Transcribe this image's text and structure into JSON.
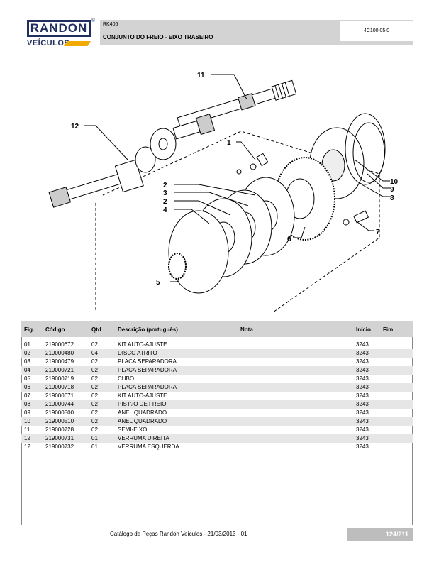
{
  "header": {
    "brand": "RANDON",
    "brand_reg": "®",
    "brand_sub": "VEÍCULOS",
    "doc_code": "RK406",
    "title": "CONJUNTO DO FREIO - EIXO TRASEIRO",
    "ref_code": "4C100 05.0"
  },
  "callouts": [
    "11",
    "12",
    "1",
    "10",
    "9",
    "8",
    "2",
    "3",
    "2",
    "4",
    "6",
    "7",
    "5"
  ],
  "table": {
    "headers": {
      "fig": "Fig.",
      "codigo": "Código",
      "qtd": "Qtd",
      "descricao": "Descrição (português)",
      "nota": "Nota",
      "inicio": "Início",
      "fim": "Fim"
    },
    "rows": [
      {
        "fig": "01",
        "codigo": "219000672",
        "qtd": "02",
        "descricao": "KIT AUTO-AJUSTE",
        "inicio": "3243"
      },
      {
        "fig": "02",
        "codigo": "219000480",
        "qtd": "04",
        "descricao": "DISCO ATRITO",
        "inicio": "3243"
      },
      {
        "fig": "03",
        "codigo": "219000479",
        "qtd": "02",
        "descricao": "PLACA SEPARADORA",
        "inicio": "3243"
      },
      {
        "fig": "04",
        "codigo": "219000721",
        "qtd": "02",
        "descricao": "PLACA SEPARADORA",
        "inicio": "3243"
      },
      {
        "fig": "05",
        "codigo": "219000719",
        "qtd": "02",
        "descricao": "CUBO",
        "inicio": "3243"
      },
      {
        "fig": "06",
        "codigo": "219000718",
        "qtd": "02",
        "descricao": "PLACA SEPARADORA",
        "inicio": "3243"
      },
      {
        "fig": "07",
        "codigo": "219000671",
        "qtd": "02",
        "descricao": "KIT AUTO-AJUSTE",
        "inicio": "3243"
      },
      {
        "fig": "08",
        "codigo": "219000744",
        "qtd": "02",
        "descricao": "PIST?O DE FREIO",
        "inicio": "3243"
      },
      {
        "fig": "09",
        "codigo": "219000500",
        "qtd": "02",
        "descricao": "ANEL QUADRADO",
        "inicio": "3243"
      },
      {
        "fig": "10",
        "codigo": "219000510",
        "qtd": "02",
        "descricao": "ANEL QUADRADO",
        "inicio": "3243"
      },
      {
        "fig": "11",
        "codigo": "219000728",
        "qtd": "02",
        "descricao": "SEMI-EIXO",
        "inicio": "3243"
      },
      {
        "fig": "12",
        "codigo": "219000731",
        "qtd": "01",
        "descricao": "VERRUMA DIREITA",
        "inicio": "3243"
      },
      {
        "fig": "12",
        "codigo": "219000732",
        "qtd": "01",
        "descricao": "VERRUMA ESQUERDA",
        "inicio": "3243"
      }
    ]
  },
  "footer": {
    "text": "Catálogo de Peças Randon Veículos - 21/03/2013 - 01",
    "page": "124/211"
  }
}
